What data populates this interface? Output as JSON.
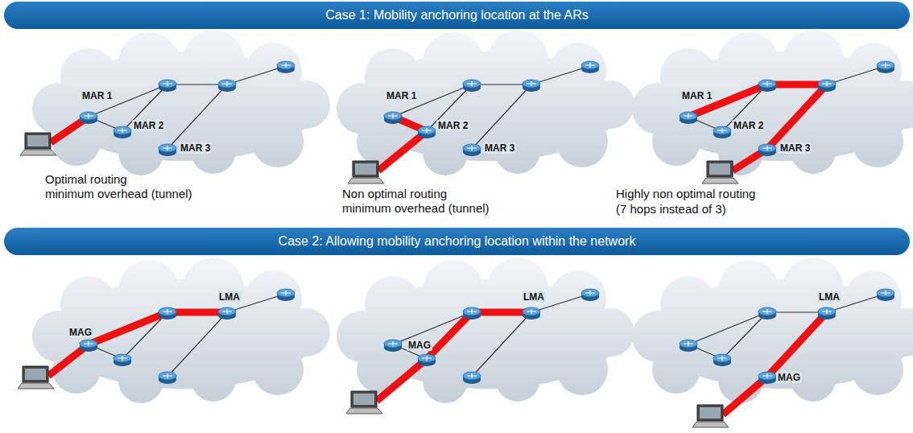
{
  "diagram": {
    "nodes": [
      {
        "text": [
          "Case 1: Mobility anchoring location at the ARs"
        ]
      },
      {
        "text": [
          "Case 2: Allowing mobility anchoring location within the network"
        ]
      }
    ],
    "labels": [
      "MAR 1",
      "MAR 2",
      "MAR 3",
      "Optimal routing",
      "minimum overhead (tunnel)",
      "MAR 1",
      "MAR 2",
      "MAR 3",
      "Non optimal routing",
      "minimum overhead (tunnel)",
      "MAR 1",
      "MAR 2",
      "MAR 3",
      "Highly non optimal routing",
      "(7 hops instead of 3)",
      "MAG",
      "LMA",
      "LMA",
      "MAG",
      "LMA",
      "MAG"
    ]
  }
}
